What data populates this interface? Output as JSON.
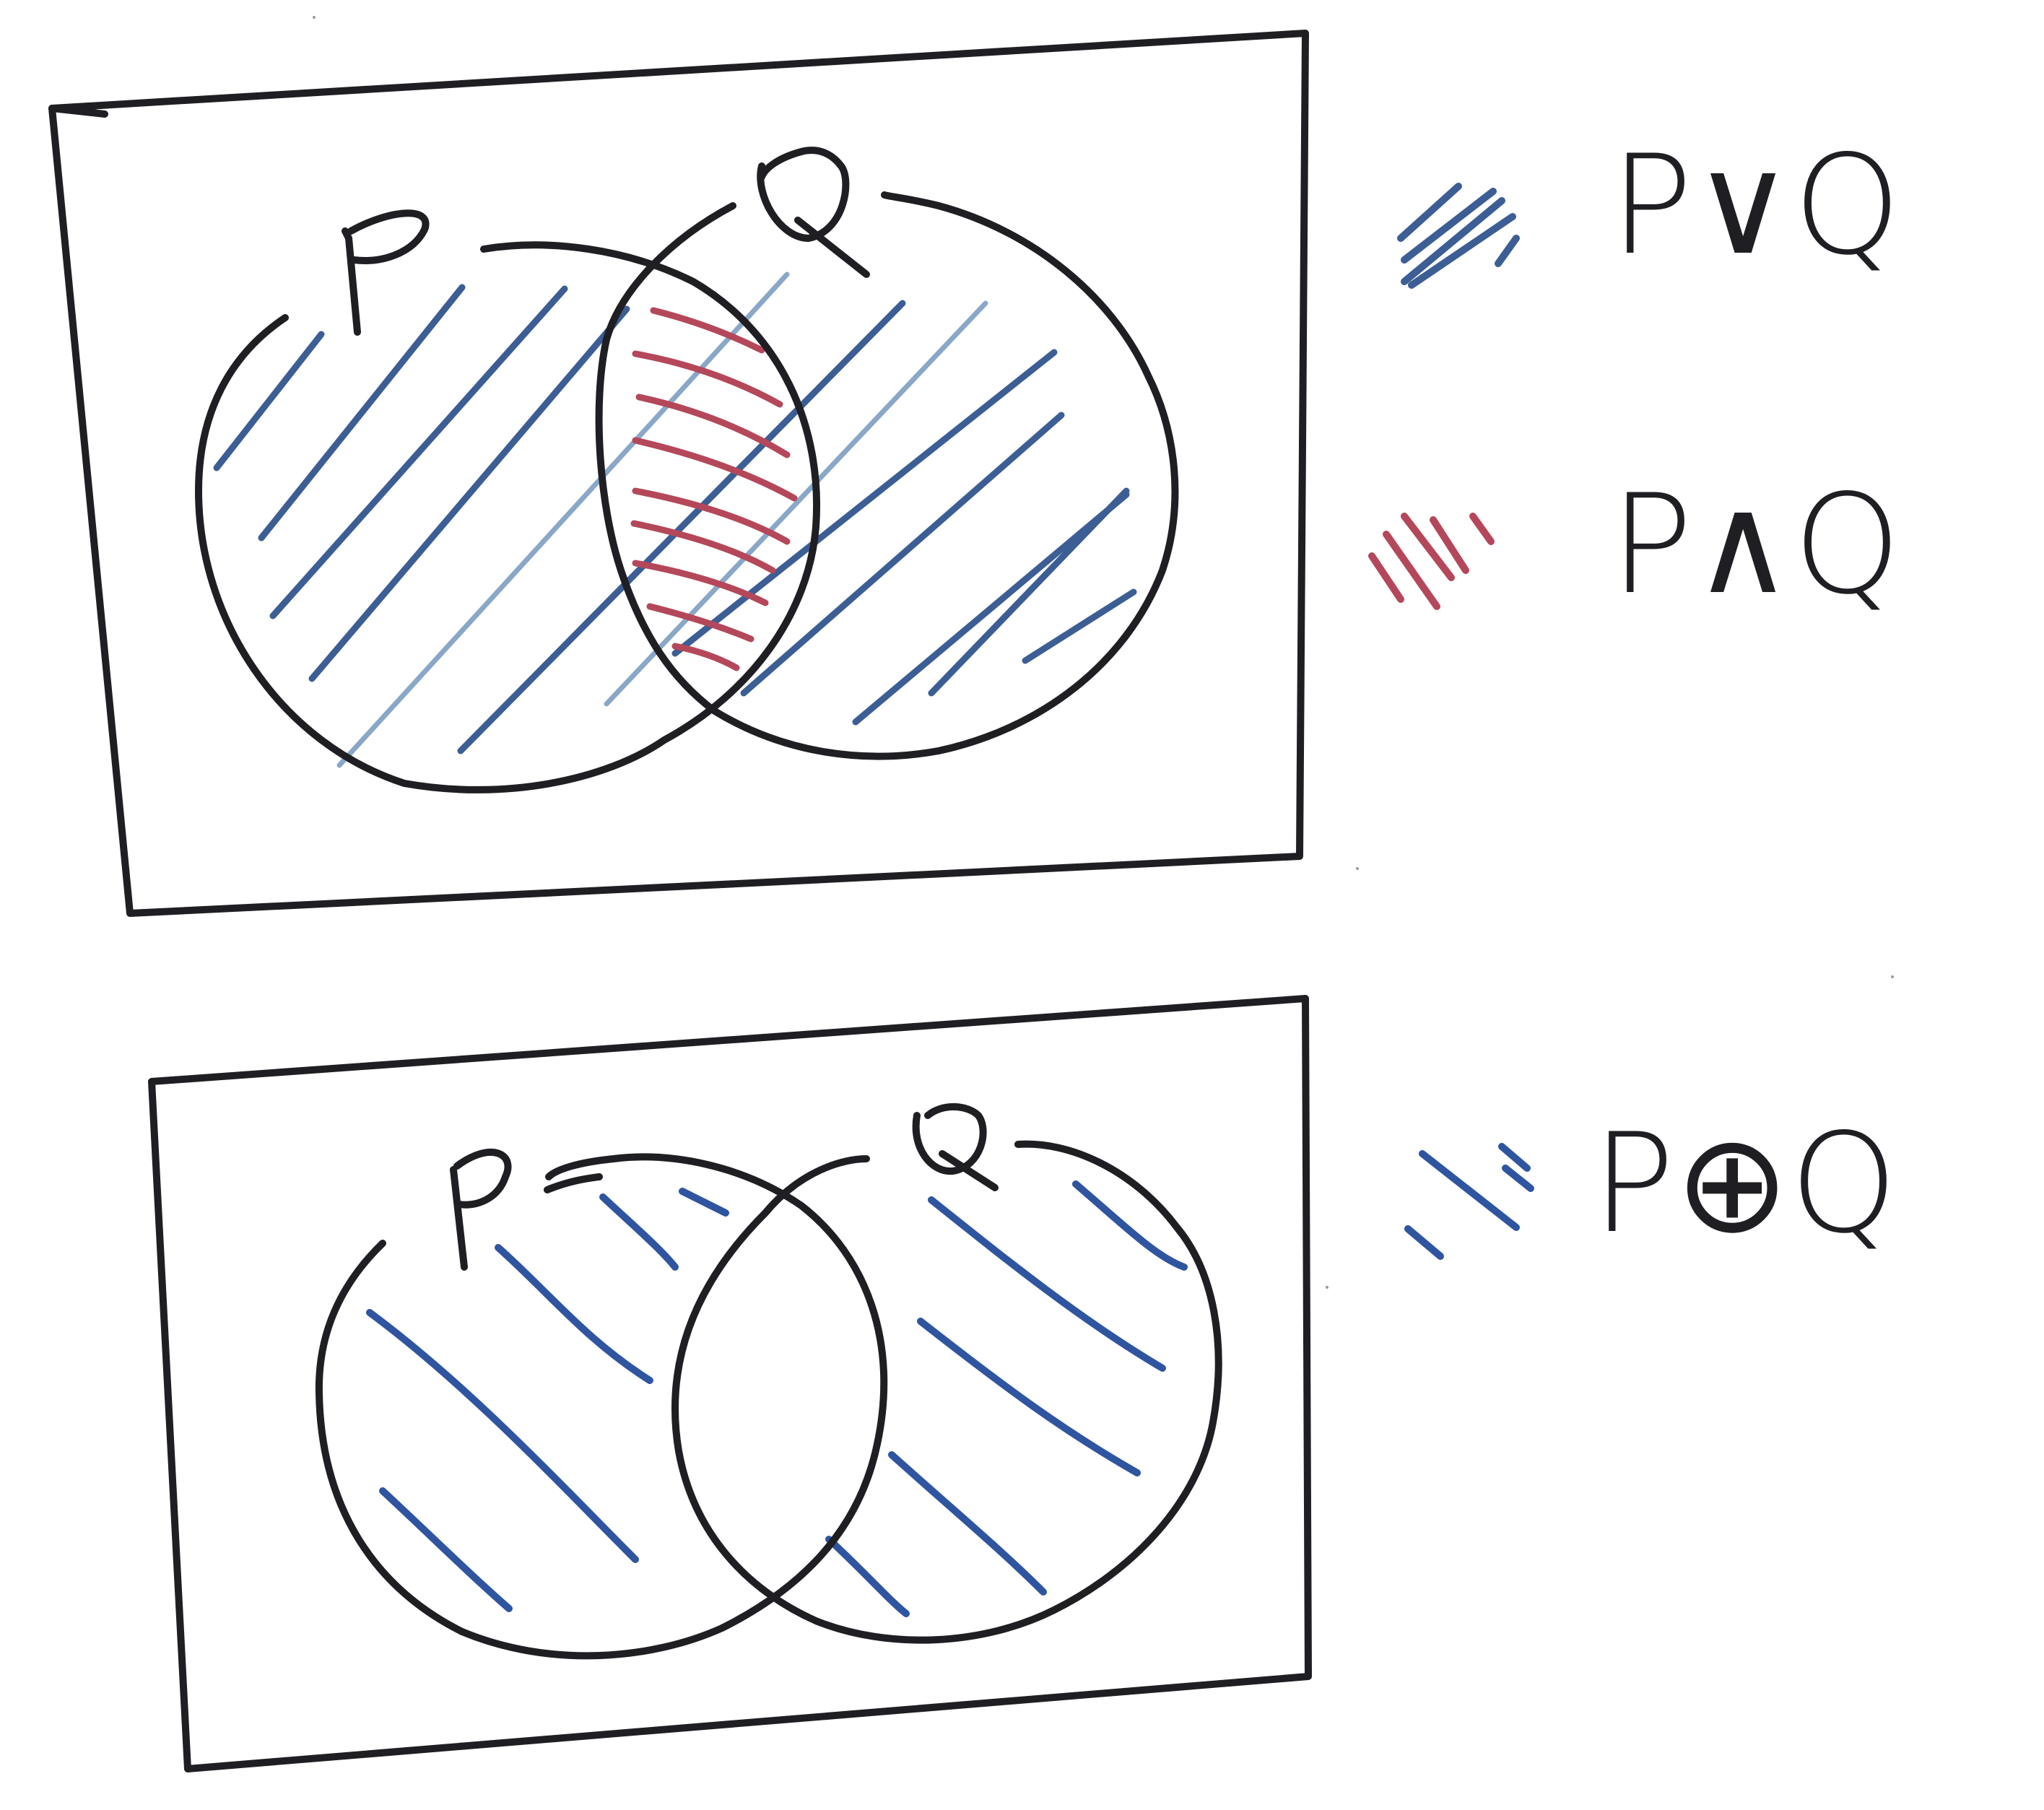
{
  "diagram_top": {
    "set_a_label": "P",
    "set_b_label": "Q"
  },
  "diagram_bottom": {
    "set_a_label": "P",
    "set_b_label": "Q"
  },
  "legend": [
    {
      "expression": "P∨Q",
      "hatch_color": "#3c5e94"
    },
    {
      "expression": "P∧Q",
      "hatch_color": "#b4485a"
    },
    {
      "expression": "P⊕Q",
      "hatch_color": "#2f55a0"
    }
  ],
  "colors": {
    "outline_ink": "#1f1f23",
    "blue_ink": "#3c5e94",
    "light_blue_ink": "#8aa7c8",
    "red_ink": "#b4485a"
  }
}
